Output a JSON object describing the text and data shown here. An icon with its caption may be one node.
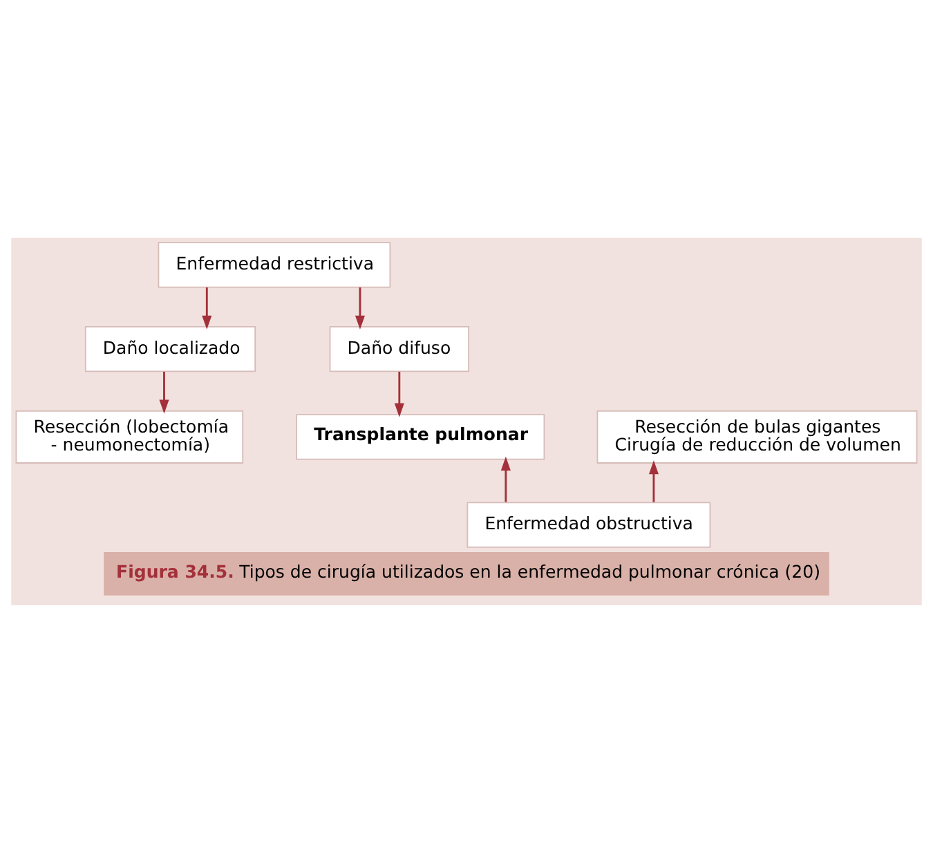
{
  "diagram": {
    "caption": "**Figura 34.5.** Tipos de cirugía utilizados en la enfermedad pulmonar crónica (20)",
    "nodes": [
      {
        "text": [
          "Enfermedad restrictiva"
        ]
      },
      {
        "text": [
          "Daño localizado"
        ]
      },
      {
        "text": [
          "Daño difuso"
        ]
      },
      {
        "text": [
          "Resección (lobectomía - neumonectomía)"
        ]
      },
      {
        "text": [
          "Transplante pulmonar"
        ]
      },
      {
        "text": [
          "Resección de bulas gigantes",
          "Cirugía de reducción de volumen"
        ]
      },
      {
        "text": [
          "Enfermedad obstructiva"
        ]
      }
    ],
    "edges": [
      {
        "from": 0,
        "to": 1,
        "arrow": "to"
      },
      {
        "from": 0,
        "to": 2,
        "arrow": "to"
      },
      {
        "from": 1,
        "to": 3,
        "arrow": "to"
      },
      {
        "from": 2,
        "to": 4,
        "arrow": "to"
      },
      {
        "from": 6,
        "to": 5,
        "arrow": "to"
      },
      {
        "from": 6,
        "to": 4,
        "arrow": "to"
      }
    ]
  }
}
